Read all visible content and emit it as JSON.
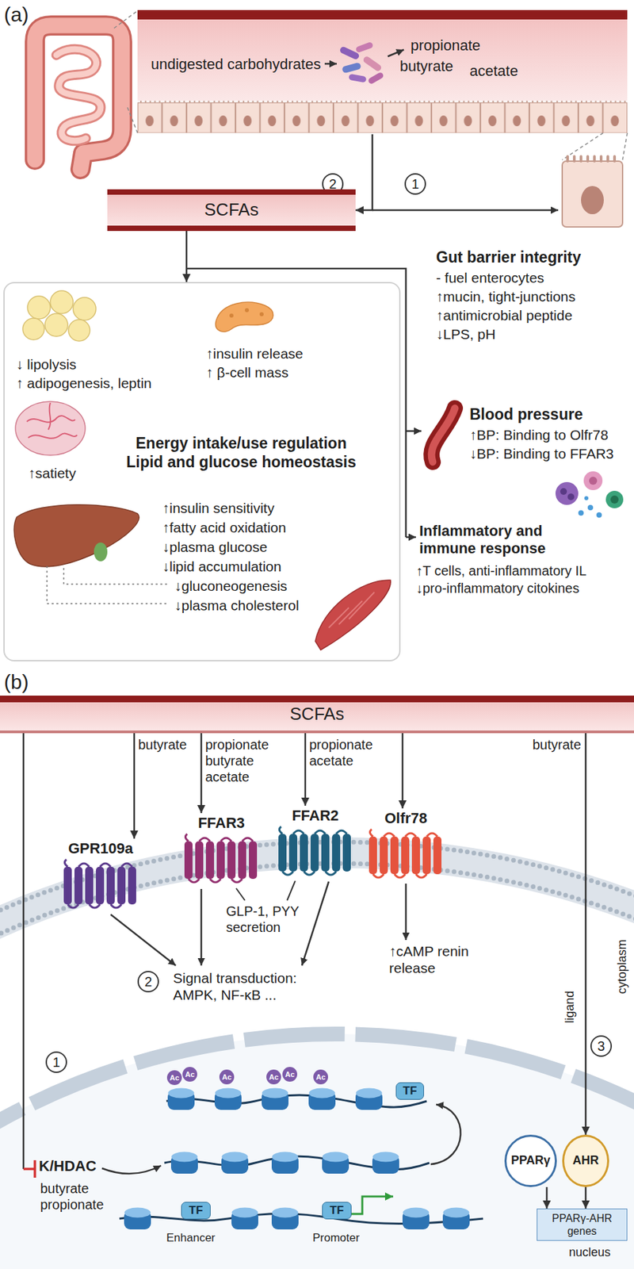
{
  "diagram": {
    "nodes": [
      {
        "text": [
          "undigested carbohydrates",
          "propionate",
          "butyrate",
          "acetate"
        ]
      },
      {
        "text": [
          "2"
        ]
      },
      {
        "text": [
          "1"
        ]
      },
      {
        "text": [
          "SCFAs"
        ]
      },
      {
        "text": [
          "Energy intake/use regulation Lipid and glucose homeostasis",
          "↓ lipolysis",
          "↑ adipogenesis, leptin",
          "↑insulin release",
          "↑ β-cell mass",
          "↑satiety",
          "↑insulin sensitivity",
          "↑fatty acid oxidation",
          "↓plasma glucose",
          "↓lipid accumulation",
          "↓gluconeogenesis",
          "↓plasma cholesterol"
        ]
      },
      {
        "text": [
          "SCFAs"
        ]
      },
      {
        "text": [
          "GPR109a"
        ]
      },
      {
        "text": [
          "FFAR3"
        ]
      },
      {
        "text": [
          "FFAR2"
        ]
      },
      {
        "text": [
          "Olfr78"
        ]
      },
      {
        "text": [
          "1"
        ]
      },
      {
        "text": [
          "2"
        ]
      },
      {
        "text": [
          "3"
        ]
      },
      {
        "text": [
          "TF"
        ]
      },
      {
        "text": [
          "TF"
        ]
      },
      {
        "text": [
          "TF"
        ]
      },
      {
        "text": [
          "PPARγ"
        ]
      },
      {
        "text": [
          "AHR"
        ]
      },
      {
        "text": [
          "PPARγ-AHR genes"
        ]
      }
    ],
    "edges": [
      {
        "from": 0,
        "to": 3,
        "arrow": "to"
      },
      {
        "from": 3,
        "to": 4,
        "arrow": "to"
      },
      {
        "from": 5,
        "to": 6,
        "label": "butyrate",
        "arrow": "to"
      },
      {
        "from": 5,
        "to": 7,
        "label": "propionate butyrate acetate",
        "arrow": "to"
      },
      {
        "from": 5,
        "to": 8,
        "label": "propionate acetate",
        "arrow": "to"
      },
      {
        "from": 5,
        "to": 9,
        "arrow": "to"
      },
      {
        "from": 5,
        "to": 17,
        "label": "butyrate",
        "arrow": "to"
      },
      {
        "from": 16,
        "to": 18,
        "arrow": "to"
      },
      {
        "from": 17,
        "to": 18,
        "arrow": "to"
      }
    ],
    "labels": [
      "(a)",
      "Gut barrier integrity",
      "- fuel enterocytes",
      "↑mucin, tight-junctions",
      "↑antimicrobial peptide",
      "↓LPS, pH",
      "Blood pressure",
      "↑BP: Binding to Olfr78",
      "↓BP: Binding to FFAR3",
      "Inflammatory and immune response",
      "↑T cells, anti-inflammatory IL",
      "↓pro-inflammatory citokines",
      "(b)",
      "GLP-1, PYY secretion",
      "Signal transduction: AMPK, NF-κB ...",
      "↑cAMP renin release",
      "K/HDAC",
      "butyrate propionate",
      "ligand",
      "cytoplasm",
      "nucleus",
      "Enhancer",
      "Promoter",
      "Ac",
      "Ac",
      "Ac",
      "Ac",
      "Ac",
      "Ac"
    ]
  }
}
